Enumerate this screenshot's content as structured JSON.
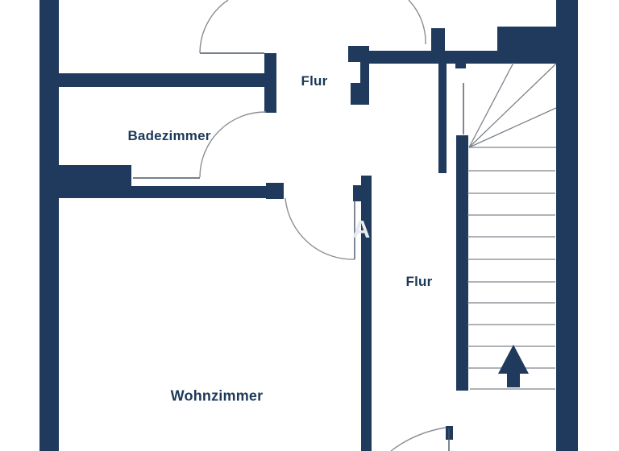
{
  "rooms": [
    {
      "id": "flur-top",
      "label": "Flur"
    },
    {
      "id": "badezimmer",
      "label": "Badezimmer"
    },
    {
      "id": "flur-right",
      "label": "Flur"
    },
    {
      "id": "wohnzimmer",
      "label": "Wohnzimmer"
    }
  ],
  "watermark": {
    "letter": "A"
  },
  "stairs": {
    "direction": "up",
    "tread_count": 11,
    "winder_rays": 4
  },
  "colors": {
    "wall": "#1f3a5c",
    "door_line": "#8a8f96",
    "leaf_line": "#4a5668",
    "label_text": "#1c3959",
    "background": "#ffffff",
    "watermark": "#e7eaee"
  }
}
